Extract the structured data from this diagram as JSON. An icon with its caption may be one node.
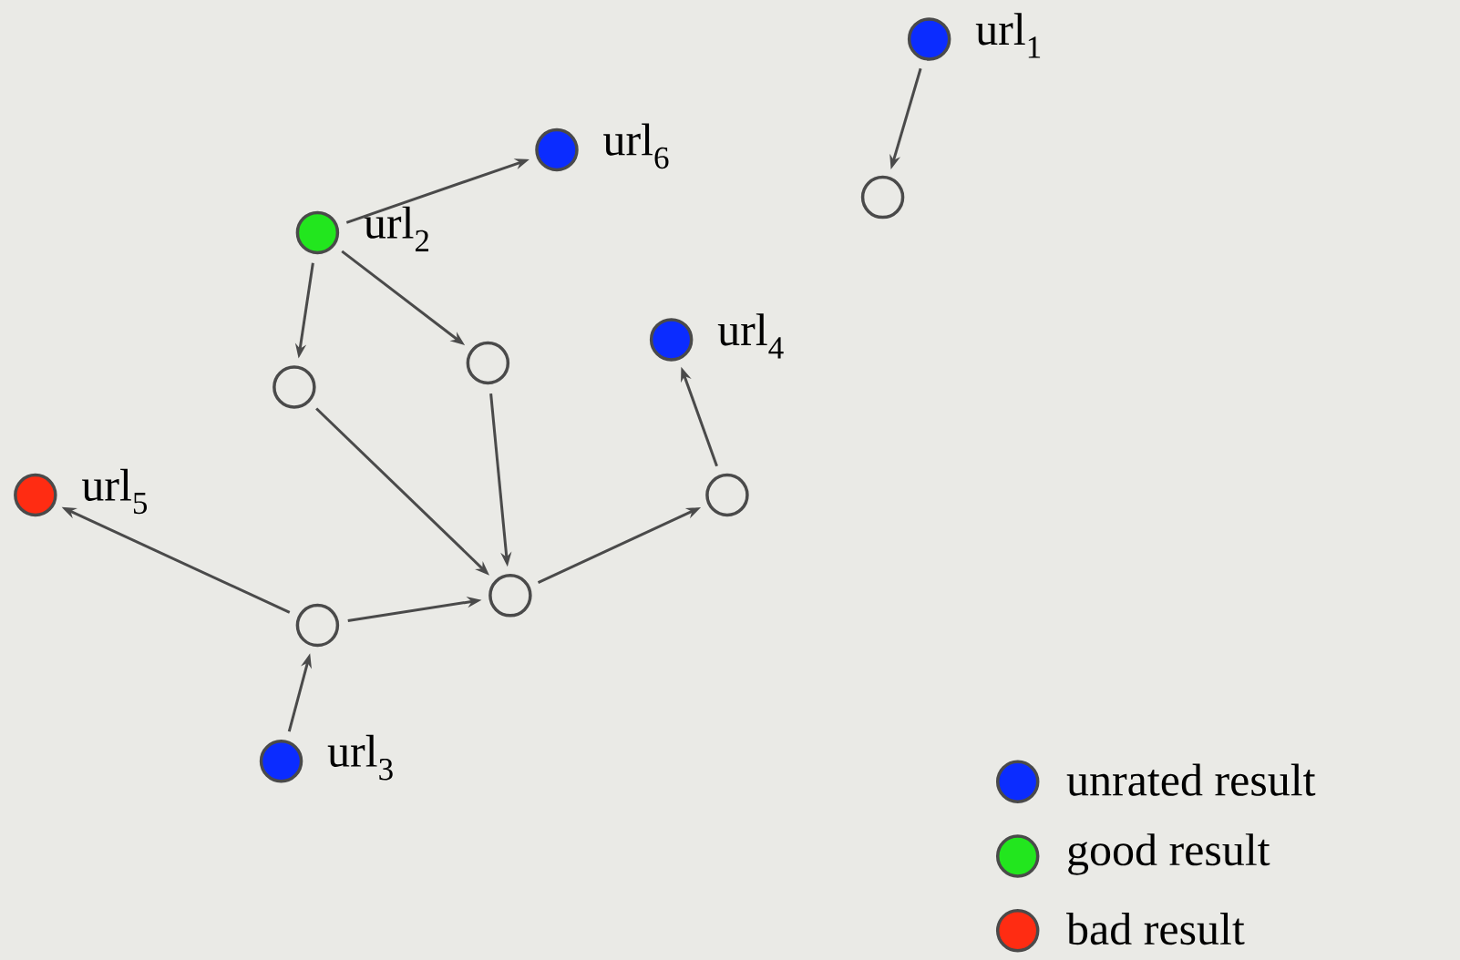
{
  "diagram": {
    "nodes": [
      {
        "text": [],
        "shape": "circle",
        "beside": [
          "url$_{1}$"
        ]
      },
      {
        "text": [],
        "shape": "circle"
      },
      {
        "text": [],
        "shape": "circle",
        "beside": [
          "url$_{6}$"
        ]
      },
      {
        "text": [],
        "shape": "circle",
        "beside": [
          "url$_{2}$"
        ]
      },
      {
        "text": [],
        "shape": "circle"
      },
      {
        "text": [],
        "shape": "circle"
      },
      {
        "text": [],
        "shape": "circle",
        "beside": [
          "url$_{4}$"
        ]
      },
      {
        "text": [],
        "shape": "circle"
      },
      {
        "text": [],
        "shape": "circle",
        "beside": [
          "url$_{5}$"
        ]
      },
      {
        "text": [],
        "shape": "circle"
      },
      {
        "text": [],
        "shape": "circle"
      },
      {
        "text": [],
        "shape": "circle",
        "beside": [
          "url$_{3}$"
        ]
      }
    ],
    "edges": [
      {
        "from": 0,
        "to": 1,
        "arrow": "to"
      },
      {
        "from": 3,
        "to": 2,
        "arrow": "to"
      },
      {
        "from": 3,
        "to": 4,
        "arrow": "to"
      },
      {
        "from": 3,
        "to": 5,
        "arrow": "to"
      },
      {
        "from": 4,
        "to": 9,
        "arrow": "to"
      },
      {
        "from": 5,
        "to": 9,
        "arrow": "to"
      },
      {
        "from": 9,
        "to": 7,
        "arrow": "to"
      },
      {
        "from": 7,
        "to": 6,
        "arrow": "to"
      },
      {
        "from": 10,
        "to": 8,
        "arrow": "to"
      },
      {
        "from": 10,
        "to": 9,
        "arrow": "to"
      },
      {
        "from": 11,
        "to": 10,
        "arrow": "to"
      }
    ],
    "legend": [
      {
        "text": "unrated result",
        "color": "#0b2cff"
      },
      {
        "text": "good result",
        "color": "#22e61e"
      },
      {
        "text": "bad result",
        "color": "#ff2c12"
      }
    ]
  }
}
